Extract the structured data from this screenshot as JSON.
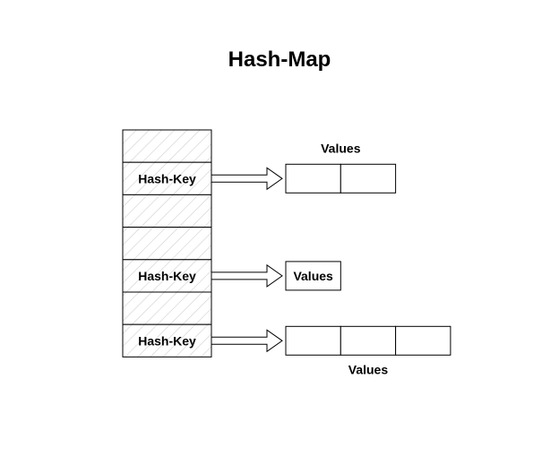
{
  "title": "Hash-Map",
  "hash_table": {
    "slots": [
      {
        "key": ""
      },
      {
        "key": "Hash-Key"
      },
      {
        "key": ""
      },
      {
        "key": ""
      },
      {
        "key": "Hash-Key"
      },
      {
        "key": ""
      },
      {
        "key": "Hash-Key"
      }
    ]
  },
  "value_groups": [
    {
      "label": "Values",
      "cells": [
        "",
        ""
      ],
      "slot_index": 1,
      "label_position": "above"
    },
    {
      "label": "",
      "cells": [
        "Values"
      ],
      "slot_index": 4,
      "label_position": "none"
    },
    {
      "label": "Values",
      "cells": [
        "",
        "",
        ""
      ],
      "slot_index": 6,
      "label_position": "below"
    }
  ]
}
